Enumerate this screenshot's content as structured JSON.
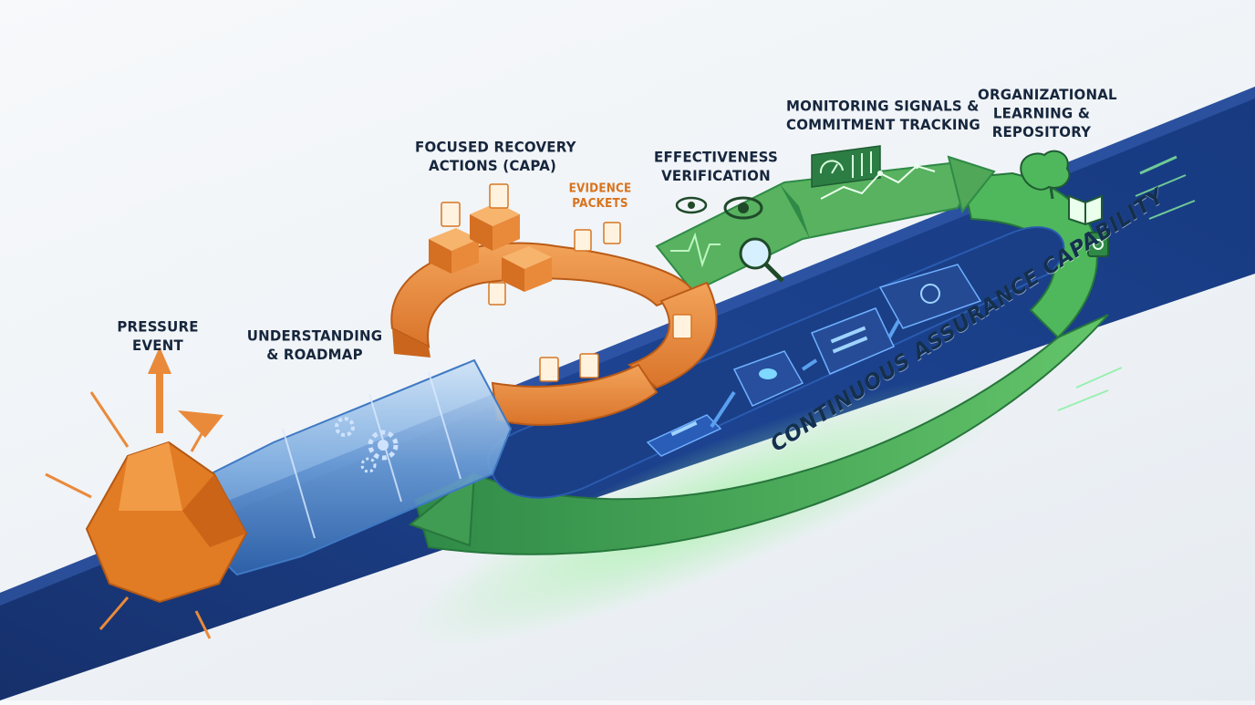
{
  "labels": {
    "pressure": [
      "PRESSURE",
      "EVENT"
    ],
    "understanding": [
      "UNDERSTANDING",
      "& ROADMAP"
    ],
    "capa": [
      "FOCUSED RECOVERY",
      "ACTIONS (CAPA)"
    ],
    "evidence": [
      "EVIDENCE",
      "PACKETS"
    ],
    "effectiveness": [
      "EFFECTIVENESS",
      "VERIFICATION"
    ],
    "monitoring": [
      "MONITORING SIGNALS &",
      "COMMITMENT TRACKING"
    ],
    "learning": [
      "ORGANIZATIONAL",
      "LEARNING &",
      "REPOSITORY"
    ]
  },
  "band_text": "CONTINUOUS ASSURANCE CAPABILITY",
  "colors": {
    "navy": "#1b3a78",
    "navy_dark": "#0f2556",
    "orange": "#e9883a",
    "orange_dark": "#c9651c",
    "green": "#4fb85c",
    "green_dark": "#2f8a47",
    "glass": "#7fb0e6",
    "text": "#16263d"
  },
  "icons": [
    "explosion-icon",
    "gear-icon",
    "cube-icon",
    "document-icon",
    "eye-icon",
    "magnifier-icon",
    "heartbeat-icon",
    "gauge-icon",
    "chart-line-icon",
    "brain-icon",
    "book-icon",
    "tablet-icon",
    "server-icon"
  ]
}
